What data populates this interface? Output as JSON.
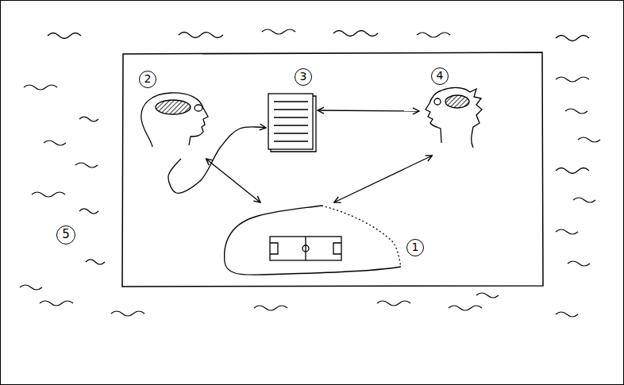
{
  "diagram": {
    "nodes": [
      {
        "text": [
          "2"
        ]
      },
      {
        "text": [
          "3"
        ]
      },
      {
        "text": [
          "4"
        ]
      },
      {
        "text": [
          "1"
        ]
      }
    ],
    "edges": [
      {
        "from": 0,
        "to": 1,
        "arrow": "to"
      },
      {
        "from": 1,
        "to": 2,
        "arrow": "both"
      },
      {
        "from": 0,
        "to": 3,
        "arrow": "both"
      },
      {
        "from": 2,
        "to": 3,
        "arrow": "both"
      }
    ],
    "labels": [
      "5"
    ]
  }
}
